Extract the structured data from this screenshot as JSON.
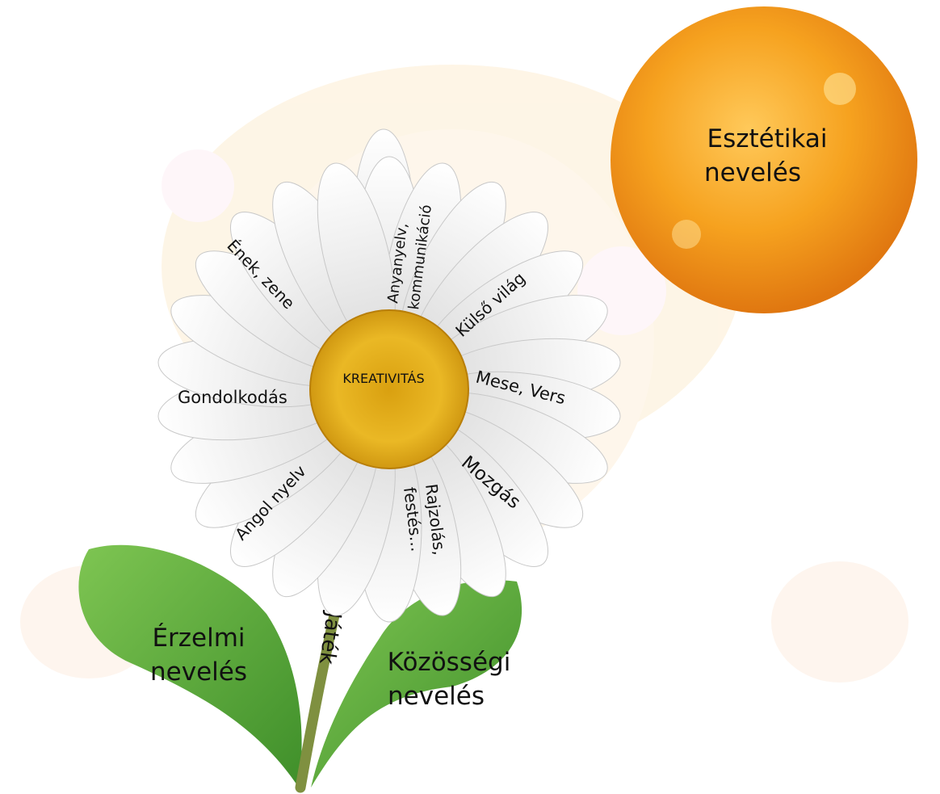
{
  "sun": {
    "label_line1": "Esztétikai",
    "label_line2": "nevelés"
  },
  "center": {
    "label": "KREATIVITÁS"
  },
  "petals": {
    "anyanyelv_line1": "Anyanyelv,",
    "anyanyelv_line2": "kommunikáció",
    "ének": "Ének, zene",
    "külső": "Külső világ",
    "gondolkodás": "Gondolkodás",
    "mese": "Mese, Vers",
    "angol": "Angol nyelv",
    "mozgás": "Mozgás",
    "rajzolás_line1": "Rajzolás,",
    "rajzolás_line2": "festés…"
  },
  "stem": {
    "label": "Játék"
  },
  "leaf_left": {
    "label_line1": "Érzelmi",
    "label_line2": "nevelés"
  },
  "leaf_right": {
    "label_line1": "Közösségi",
    "label_line2": "nevelés"
  },
  "colors": {
    "sun": "#f5a623",
    "center": "#e8b418",
    "leaf": "#6cb544",
    "stem": "#7a8a3a",
    "petal": "#f2f2f2"
  }
}
